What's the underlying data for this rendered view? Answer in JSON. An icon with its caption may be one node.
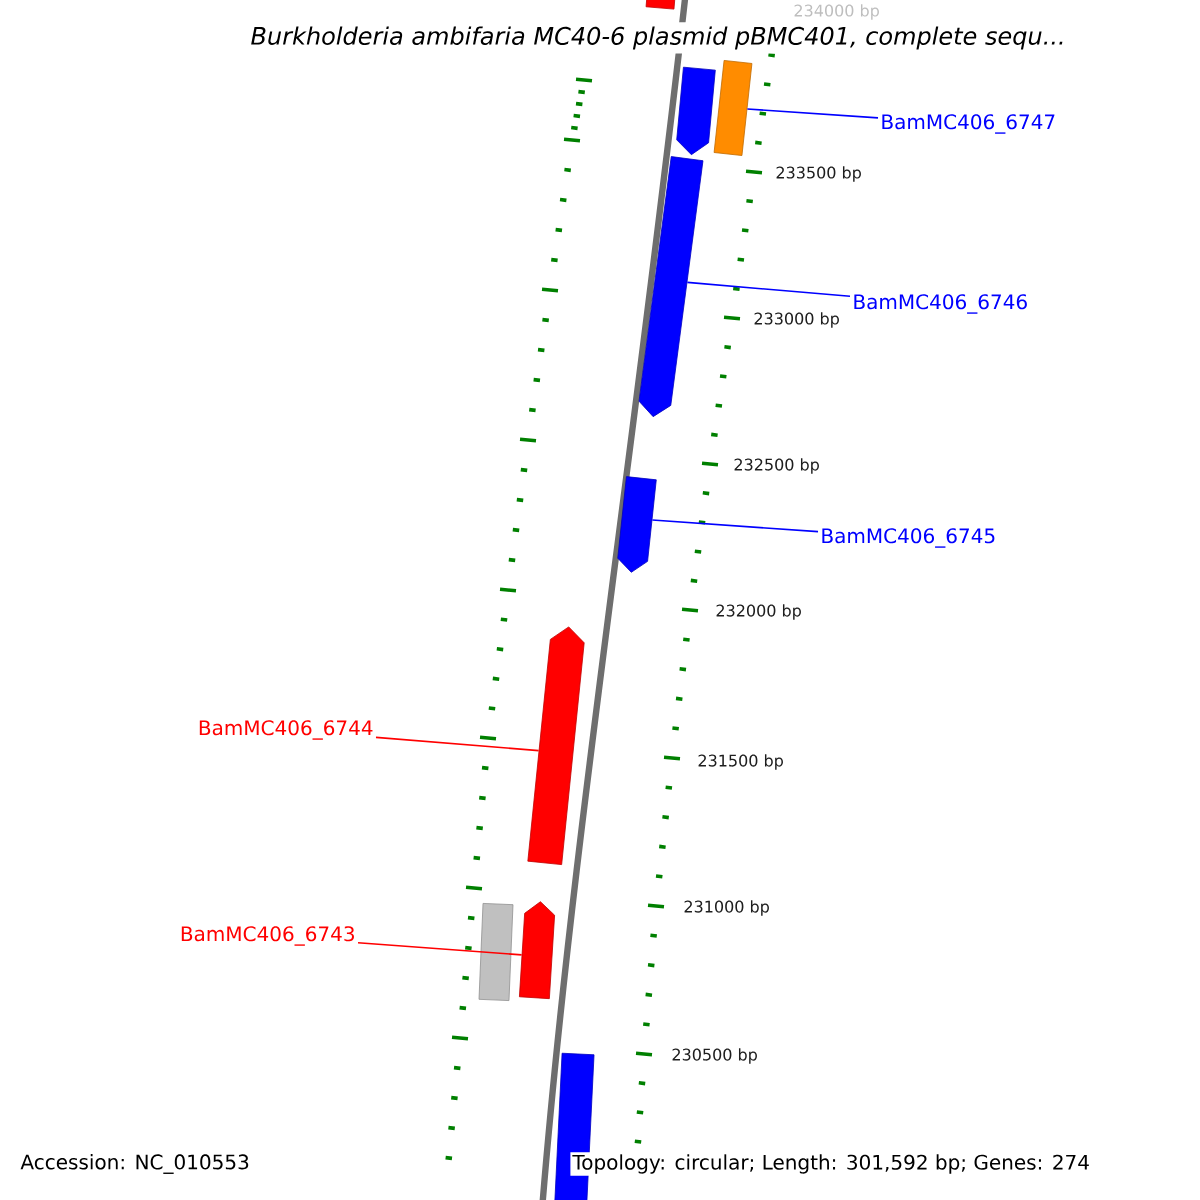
{
  "diagram": {
    "title": "Burkholderia ambifaria MC40-6 plasmid pBMC401, complete sequ...",
    "nodes": [
      {
        "text": [],
        "shape": "bar"
      },
      {
        "text": [],
        "shape": "pentagon"
      },
      {
        "text": [],
        "shape": "bar"
      },
      {
        "text": [
          "BamMC406_6747"
        ]
      },
      {
        "text": [
          "BamMC406_6746"
        ]
      },
      {
        "text": [],
        "shape": "pentagon"
      },
      {
        "text": [],
        "shape": "pentagon"
      },
      {
        "text": [
          "BamMC406_6745"
        ]
      },
      {
        "text": [],
        "shape": "pentagon"
      },
      {
        "text": [
          "BamMC406_6744"
        ]
      },
      {
        "text": [
          "BamMC406_6743"
        ]
      },
      {
        "text": [],
        "shape": "bar"
      },
      {
        "text": [],
        "shape": "pentagon"
      },
      {
        "text": [],
        "shape": "bar"
      }
    ],
    "edges": [
      {
        "from": 3,
        "to": 2,
        "arrow": "none"
      },
      {
        "from": 4,
        "to": 5,
        "arrow": "none"
      },
      {
        "from": 7,
        "to": 6,
        "arrow": "none"
      },
      {
        "from": 9,
        "to": 8,
        "arrow": "none",
        "color": "#ff0000"
      },
      {
        "from": 10,
        "to": 12,
        "arrow": "none",
        "color": "#ff0000"
      }
    ],
    "labels": [
      "234000 bp",
      "233500 bp",
      "233000 bp",
      "232500 bp",
      "232000 bp",
      "231500 bp",
      "231000 bp",
      "230500 bp",
      "Accession: NC_010553",
      "Topology: circular; Length: 301,592 bp; Genes: 274"
    ]
  }
}
